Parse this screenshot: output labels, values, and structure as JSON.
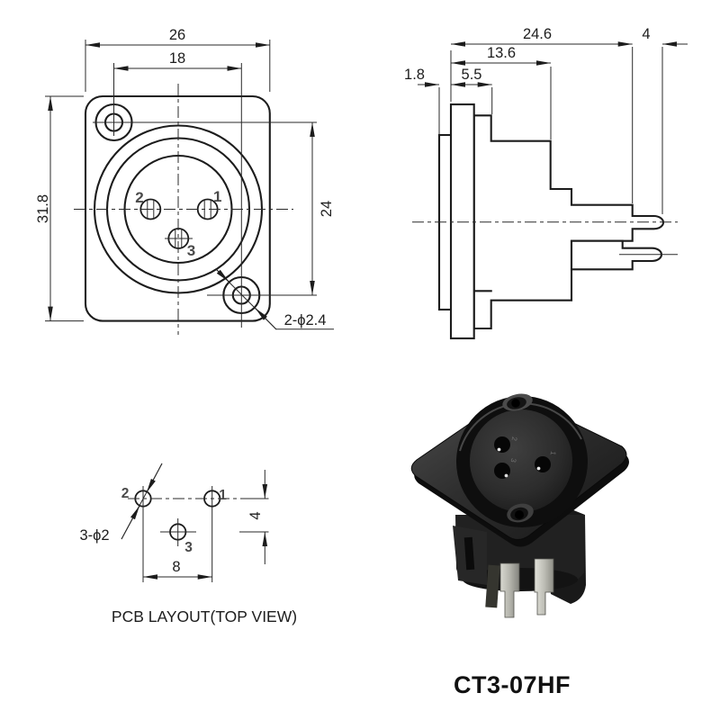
{
  "front_view": {
    "width": "26",
    "hole_spacing_h": "18",
    "height": "31.8",
    "hole_spacing_v": "24",
    "hole_note": "2-ϕ2.4",
    "pin1": "1",
    "pin2": "2",
    "pin3": "3"
  },
  "side_view": {
    "total_depth": "24.6",
    "body_depth": "13.6",
    "front_depth": "5.5",
    "lip_thickness": "1.8",
    "pin_length": "4"
  },
  "pcb": {
    "hole_note": "3-ϕ2",
    "pitch": "8",
    "row_offset": "4",
    "pin1": "1",
    "pin2": "2",
    "pin3": "3",
    "caption": "PCB LAYOUT(TOP VIEW)"
  },
  "photo": {
    "pin1": "1",
    "pin2": "2",
    "pin3": "3"
  },
  "part_number": "CT3-07HF",
  "colors": {
    "line": "#1c1c1c",
    "label_gray": "#4a4a4a",
    "plastic_dark": "#1e1e1e",
    "pin_metal": "#c9c9c1"
  }
}
